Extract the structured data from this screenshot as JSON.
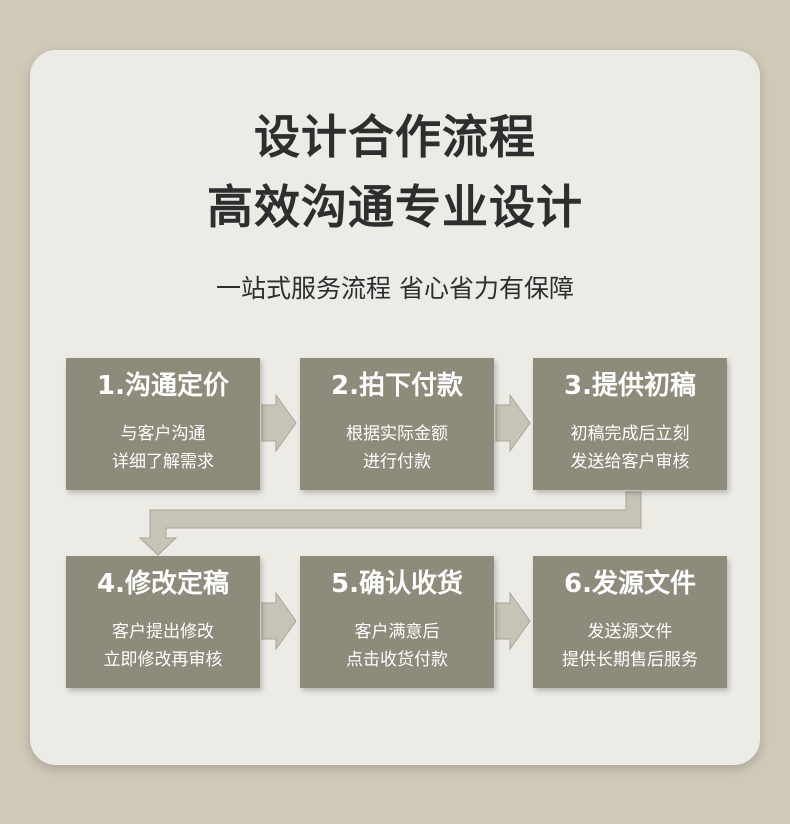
{
  "heading": {
    "line1": "设计合作流程",
    "line2": "高效沟通专业设计"
  },
  "subtitle": "一站式服务流程 省心省力有保障",
  "steps": [
    {
      "title": "1.沟通定价",
      "desc1": "与客户沟通",
      "desc2": "详细了解需求"
    },
    {
      "title": "2.拍下付款",
      "desc1": "根据实际金额",
      "desc2": "进行付款"
    },
    {
      "title": "3.提供初稿",
      "desc1": "初稿完成后立刻",
      "desc2": "发送给客户审核"
    },
    {
      "title": "4.修改定稿",
      "desc1": "客户提出修改",
      "desc2": "立即修改再审核"
    },
    {
      "title": "5.确认收货",
      "desc1": "客户满意后",
      "desc2": "点击收货付款"
    },
    {
      "title": "6.发源文件",
      "desc1": "发送源文件",
      "desc2": "提供长期售后服务"
    }
  ],
  "colors": {
    "background": "#cfc9b8",
    "card": "#ecebe6",
    "step_box": "#8e8b7b",
    "connector": "#c7c3b6",
    "text_dark": "#2e2e2e"
  }
}
